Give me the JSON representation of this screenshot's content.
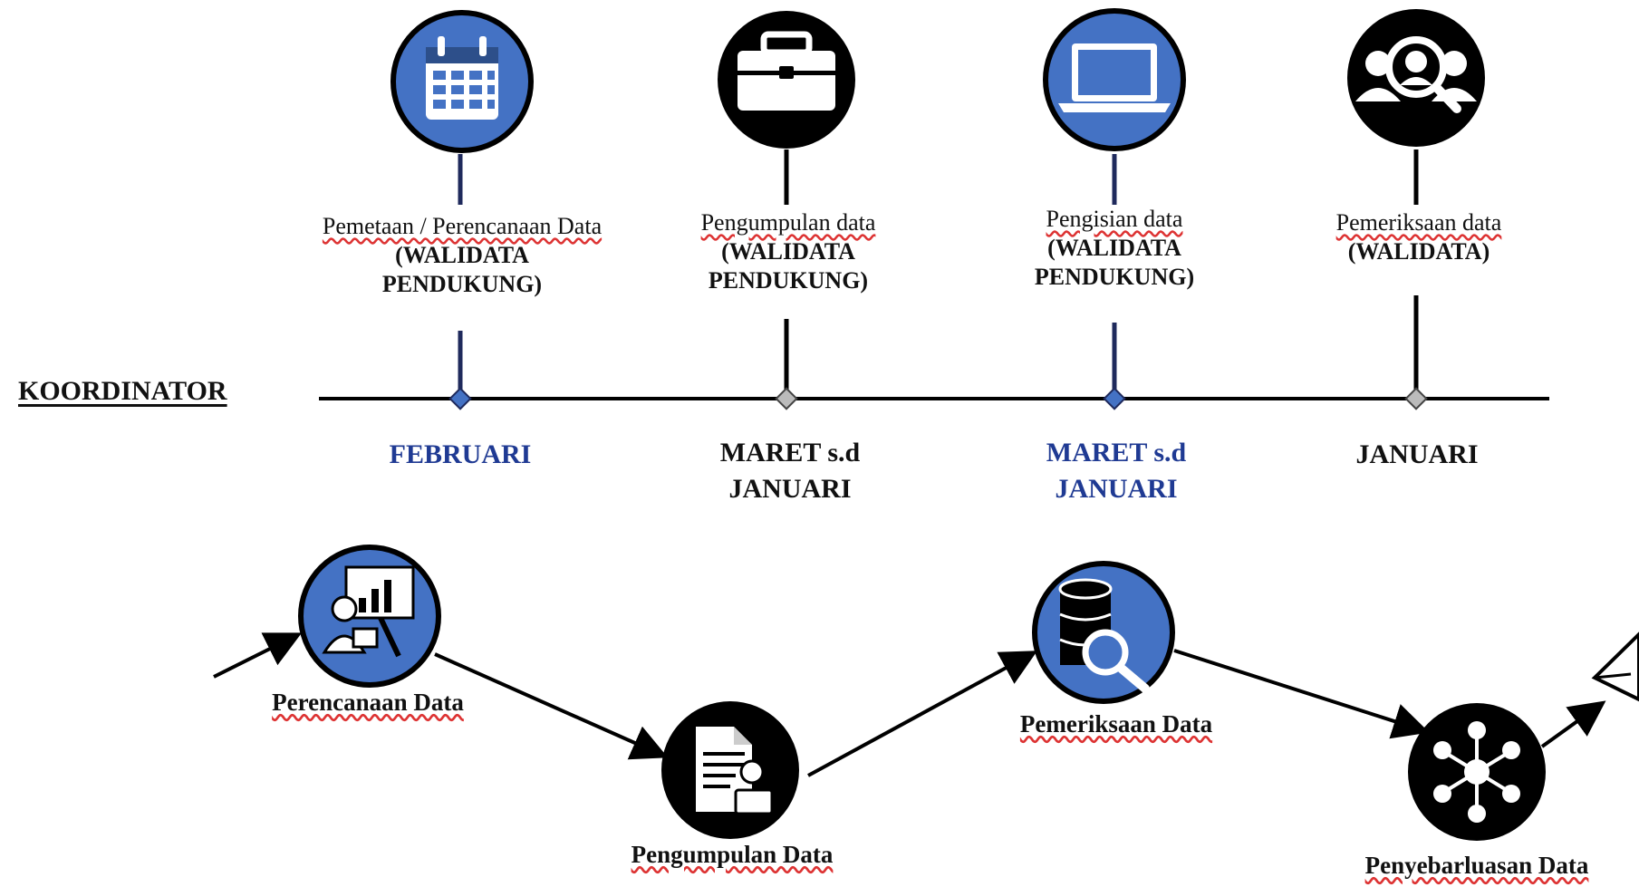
{
  "coordinator_label": "KOORDINATOR",
  "colors": {
    "blue": "#4472c4",
    "black": "#000000",
    "navy": "#1f3a93"
  },
  "timeline": [
    {
      "icon": "calendar-icon",
      "title": "Pemetaan / Perencanaan Data",
      "role_line1": "(WALIDATA",
      "role_line2": "PENDUKUNG)",
      "month_line1": "FEBRUARI",
      "month_line2": ""
    },
    {
      "icon": "briefcase-icon",
      "title": "Pengumpulan data",
      "role_line1": "(WALIDATA",
      "role_line2": "PENDUKUNG)",
      "month_line1": "MARET s.d",
      "month_line2": "JANUARI"
    },
    {
      "icon": "laptop-icon",
      "title": "Pengisian data",
      "role_line1": "(WALIDATA",
      "role_line2": "PENDUKUNG)",
      "month_line1": "MARET s.d",
      "month_line2": "JANUARI"
    },
    {
      "icon": "user-search-icon",
      "title": "Pemeriksaan data",
      "role_line1": "(WALIDATA)",
      "role_line2": "",
      "month_line1": "JANUARI",
      "month_line2": ""
    }
  ],
  "flow": [
    {
      "label": "Perencanaan Data",
      "icon": "presentation-chart-icon"
    },
    {
      "label": "Pengumpulan Data",
      "icon": "document-icon"
    },
    {
      "label": "Pemeriksaan Data",
      "icon": "database-search-icon"
    },
    {
      "label": "Penyebarluasan Data",
      "icon": "network-icon"
    }
  ],
  "end_icon": "paper-plane-icon"
}
